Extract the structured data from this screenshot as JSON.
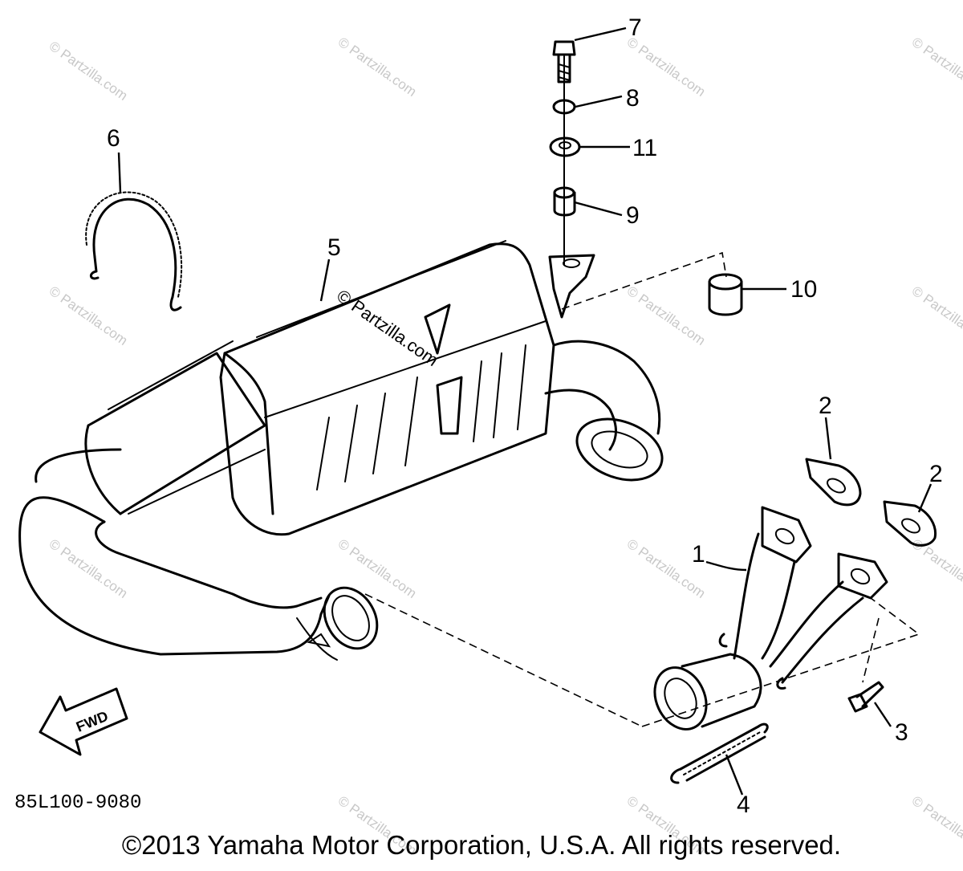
{
  "diagram": {
    "drawing_code": "85L100-9080",
    "direction_label": "FWD",
    "watermark": "© Partzilla.com",
    "copyright": "©2013 Yamaha Motor Corporation, U.S.A. All rights reserved.",
    "callouts": {
      "p1": "1",
      "p2a": "2",
      "p2b": "2",
      "p3": "3",
      "p4": "4",
      "p5": "5",
      "p6": "6",
      "p7": "7",
      "p8": "8",
      "p9": "9",
      "p10": "10",
      "p11": "11"
    }
  }
}
